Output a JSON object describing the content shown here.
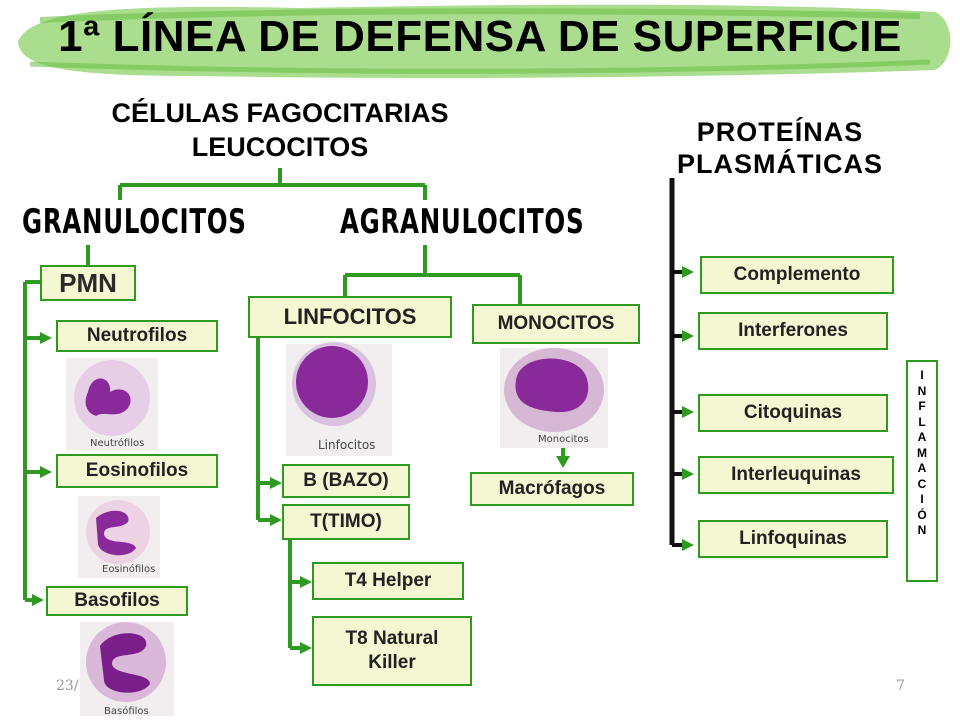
{
  "title": "1ª LÍNEA DE DEFENSA DE SUPERFICIE",
  "left_heading": [
    "CÉLULAS FAGOCITARIAS",
    "LEUCOCITOS"
  ],
  "right_heading": [
    "PROTEÍNAS",
    "PLASMÁTICAS"
  ],
  "granulocitos": "GRANULOCITOS",
  "agranulocitos": "AGRANULOCITOS",
  "boxes": {
    "pmn": "PMN",
    "neutrofilos": "Neutrofilos",
    "eosinofilos": "Eosinofilos",
    "basofilos": "Basofilos",
    "linfocitos": "LINFOCITOS",
    "monocitos": "MONOCITOS",
    "b_bazo": "B (BAZO)",
    "t_timo": "T(TIMO)",
    "t4": "T4 Helper",
    "t8_line1": "T8 Natural",
    "t8_line2": "Killer",
    "macrofagos": "Macrófagos",
    "complemento": "Complemento",
    "interferones": "Interferones",
    "citoquinas": "Citoquinas",
    "interleuquinas": "Interleuquinas",
    "linfoquinas": "Linfoquinas"
  },
  "cell_captions": {
    "neutrofilos": "Neutrófilos",
    "eosinofilos": "Eosinófilos",
    "basofilos": "Basófilos",
    "linfocitos": "Linfocitos",
    "monocitos": "Monocitos"
  },
  "inflamacion": [
    "I",
    "N",
    "F",
    "L",
    "A",
    "M",
    "A",
    "C",
    "I",
    "Ó",
    "N"
  ],
  "footer": {
    "date": "23/",
    "page": "7"
  },
  "colors": {
    "green": "#2e9a1f",
    "box_fill": "#f4f7d2",
    "nucleus": "#8a2a9a",
    "cytoplasm": "#e8c8e8"
  },
  "icons": {
    "arrow": "right-arrow-icon"
  }
}
